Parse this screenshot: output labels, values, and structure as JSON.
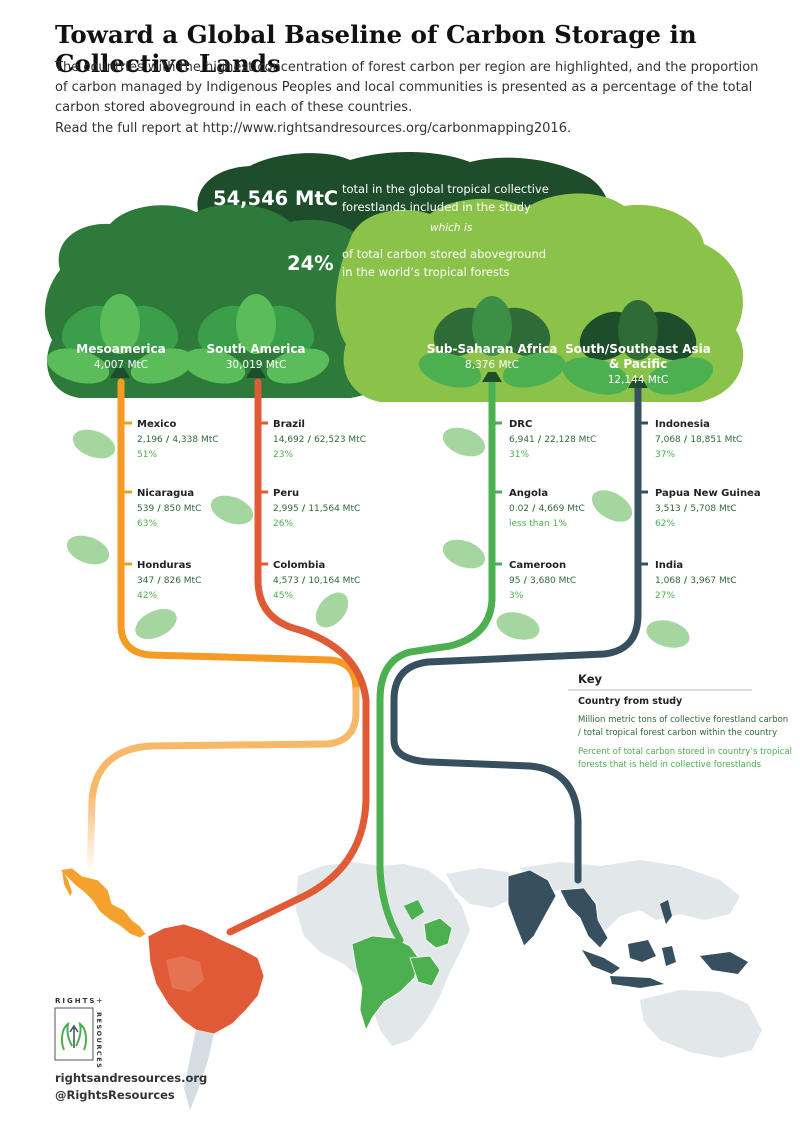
{
  "header": {
    "title": "Toward a Global Baseline of Carbon Storage in Collective Lands",
    "subtitle": "The countries with the highest concentration of forest carbon per region are highlighted, and the proportion of carbon managed by Indigenous Peoples and local communities is presented as a percentage of the total carbon stored aboveground in each of these countries.",
    "read_more": "Read the full report at http://www.rightsandresources.org/carbonmapping2016."
  },
  "canopy": {
    "total_value": "54,546 MtC",
    "total_line1": "total in the global tropical collective",
    "total_line2": "forestlands included in the study",
    "which_is": "which is",
    "pct_value": "24%",
    "pct_line1": "of total carbon stored aboveground",
    "pct_line2": "in the world’s tropical forests"
  },
  "colors": {
    "dark_canopy": "#1e4d2b",
    "mid_canopy": "#2d7a3a",
    "light_canopy": "#8bc34a",
    "mesoamerica": "#f59a23",
    "south_america": "#e05a35",
    "africa": "#4caf50",
    "asia": "#37505f",
    "value_text": "#2f6b3a",
    "pct_text": "#4caf50"
  },
  "regions": [
    {
      "name": "Mesoamerica",
      "value": "4,007 MtC",
      "countries": [
        {
          "name": "Mexico",
          "ratio_a": "2,196",
          "ratio_b": "4,338 MtC",
          "pct": "51%"
        },
        {
          "name": "Nicaragua",
          "ratio_a": "539",
          "ratio_b": "850 MtC",
          "pct": "63%"
        },
        {
          "name": "Honduras",
          "ratio_a": "347",
          "ratio_b": "826 MtC",
          "pct": "42%"
        }
      ]
    },
    {
      "name": "South America",
      "value": "30,019 MtC",
      "countries": [
        {
          "name": "Brazil",
          "ratio_a": "14,692",
          "ratio_b": "62,523 MtC",
          "pct": "23%"
        },
        {
          "name": "Peru",
          "ratio_a": "2,995",
          "ratio_b": "11,564 MtC",
          "pct": "26%"
        },
        {
          "name": "Colombia",
          "ratio_a": "4,573",
          "ratio_b": "10,164 MtC",
          "pct": "45%"
        }
      ]
    },
    {
      "name": "Sub-Saharan Africa",
      "value": "8,376 MtC",
      "countries": [
        {
          "name": "DRC",
          "ratio_a": "6,941",
          "ratio_b": "22,128 MtC",
          "pct": "31%"
        },
        {
          "name": "Angola",
          "ratio_a": "0.02",
          "ratio_b": "4,669 MtC",
          "pct": "less than 1%"
        },
        {
          "name": "Cameroon",
          "ratio_a": "95",
          "ratio_b": "3,680 MtC",
          "pct": "3%"
        }
      ]
    },
    {
      "name_line1": "South/Southeast Asia",
      "name_line2": "& Pacific",
      "value": "12,144 MtC",
      "countries": [
        {
          "name": "Indonesia",
          "ratio_a": "7,068",
          "ratio_b": "18,851 MtC",
          "pct": "37%"
        },
        {
          "name": "Papua New Guinea",
          "ratio_a": "3,513",
          "ratio_b": "5,708 MtC",
          "pct": "62%"
        },
        {
          "name": "India",
          "ratio_a": "1,068",
          "ratio_b": "3,967 MtC",
          "pct": "27%"
        }
      ]
    }
  ],
  "ratio_separator": " / ",
  "key": {
    "title": "Key",
    "country_label": "Country from study",
    "ratio_line1": "Million metric tons of collective forestland carbon",
    "ratio_line2": "/ total tropical forest carbon within the country",
    "pct_line1": "Percent of total carbon stored in country’s tropical",
    "pct_line2": "forests that is held in collective forestlands"
  },
  "logo": {
    "word_top": "RIGHTS",
    "plus": "+",
    "word_side": "RESOURCES"
  },
  "footer": {
    "website": "rightsandresources.org",
    "handle": "@RightsResources"
  }
}
